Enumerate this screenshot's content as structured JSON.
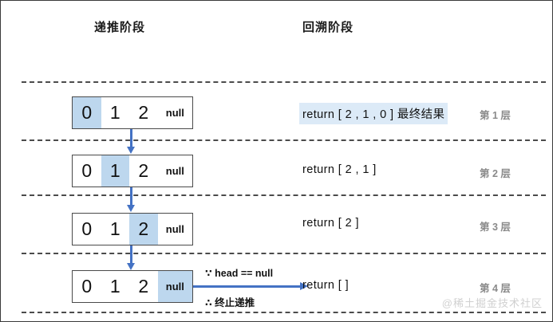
{
  "headings": {
    "recurse": "递推阶段",
    "backtrack": "回溯阶段"
  },
  "colors": {
    "highlight_cell": "#bdd7ee",
    "arrow": "#4472c4",
    "return_highlight": "#dceaf7",
    "layer_label": "#8a8a8a",
    "dashed_line": "#4b4b4b",
    "watermark": "#d0d0d0"
  },
  "rows": [
    {
      "layer_label": "第 1 层",
      "cells": [
        {
          "text": "0",
          "highlighted": true
        },
        {
          "text": "1",
          "highlighted": false
        },
        {
          "text": "2",
          "highlighted": false
        },
        {
          "text": "null",
          "highlighted": false
        }
      ],
      "return_text": "return [ 2 , 1 , 0 ] 最终结果",
      "return_highlighted": true
    },
    {
      "layer_label": "第 2 层",
      "cells": [
        {
          "text": "0",
          "highlighted": false
        },
        {
          "text": "1",
          "highlighted": true
        },
        {
          "text": "2",
          "highlighted": false
        },
        {
          "text": "null",
          "highlighted": false
        }
      ],
      "return_text": "return [ 2 , 1 ]",
      "return_highlighted": false
    },
    {
      "layer_label": "第 3 层",
      "cells": [
        {
          "text": "0",
          "highlighted": false
        },
        {
          "text": "1",
          "highlighted": false
        },
        {
          "text": "2",
          "highlighted": true
        },
        {
          "text": "null",
          "highlighted": false
        }
      ],
      "return_text": "return [ 2 ]",
      "return_highlighted": false
    },
    {
      "layer_label": "第 4 层",
      "cells": [
        {
          "text": "0",
          "highlighted": false
        },
        {
          "text": "1",
          "highlighted": false
        },
        {
          "text": "2",
          "highlighted": false
        },
        {
          "text": "null",
          "highlighted": true
        }
      ],
      "return_text": "return [ ]",
      "return_highlighted": false
    }
  ],
  "notes": {
    "condition": "∵ head == null",
    "conclusion": "∴ 终止递推"
  },
  "watermark": "@稀土掘金技术社区"
}
